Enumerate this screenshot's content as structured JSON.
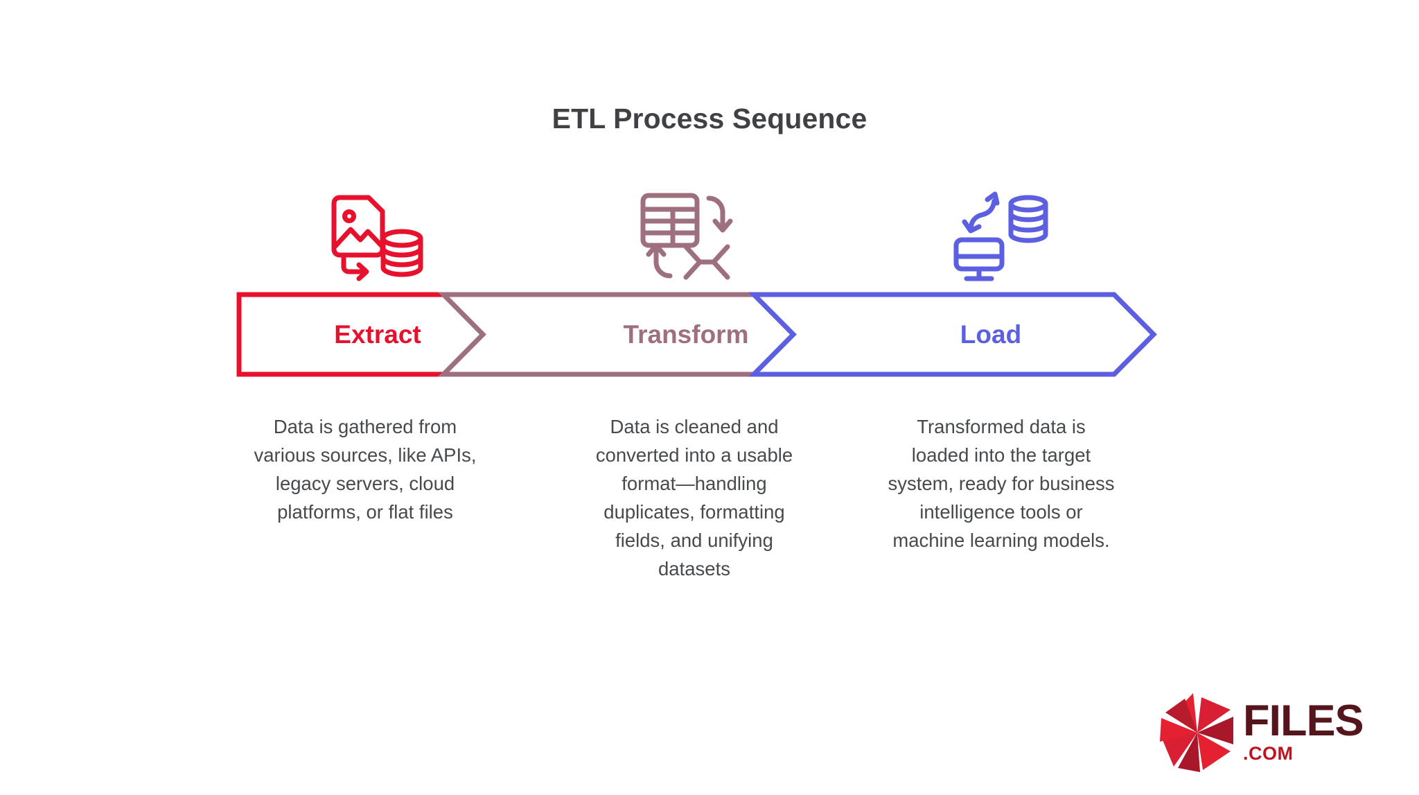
{
  "title": "ETL Process Sequence",
  "colors": {
    "extract": "#E8112D",
    "transform": "#9E6F7D",
    "load": "#5B5FE0",
    "title_text": "#3F4144",
    "body_text": "#474A4D",
    "logo_dark": "#55151C",
    "logo_red": "#C1121F",
    "background": "#FFFFFF"
  },
  "stages": [
    {
      "key": "extract",
      "label": "Extract",
      "color": "#E8112D",
      "description": "Data is gathered from various sources, like APIs, legacy servers, cloud platforms, or flat files",
      "icon_names": [
        "image-file-icon",
        "arrow-right-down-icon",
        "database-icon"
      ]
    },
    {
      "key": "transform",
      "label": "Transform",
      "color": "#9E6F7D",
      "description": "Data is cleaned and converted into a usable format—handling duplicates, formatting fields, and unifying datasets",
      "icon_names": [
        "table-grid-icon",
        "curved-arrow-down-icon",
        "curved-arrow-up-icon",
        "x-cross-icon"
      ]
    },
    {
      "key": "load",
      "label": "Load",
      "color": "#5B5FE0",
      "description": "Transformed data is loaded into the target system, ready for business intelligence tools or machine learning models.",
      "icon_names": [
        "monitor-icon",
        "database-icon",
        "bidirectional-arrow-icon"
      ]
    }
  ],
  "logo": {
    "name": "files-dot-com-logo",
    "wordmark": "FILES",
    "tld": ".COM"
  }
}
